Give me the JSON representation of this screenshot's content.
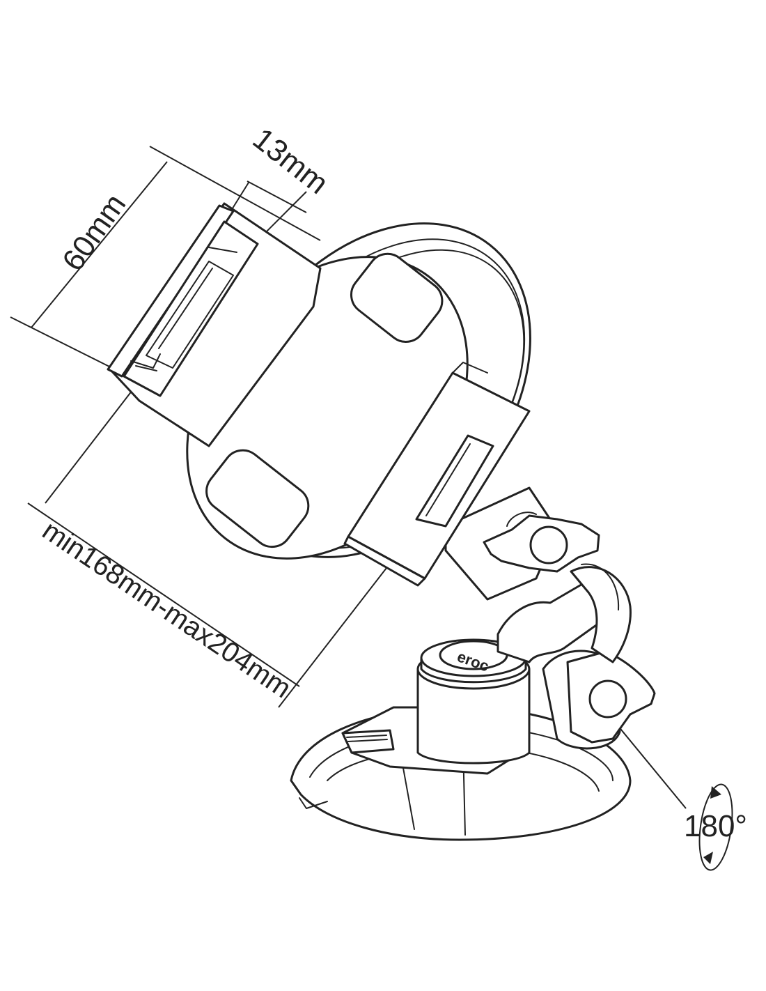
{
  "labels": {
    "depth": "13mm",
    "height": "60mm",
    "width_range": "min168mm-max204mm",
    "rotation": "180°"
  },
  "brand": {
    "logo_text": "eroc"
  }
}
